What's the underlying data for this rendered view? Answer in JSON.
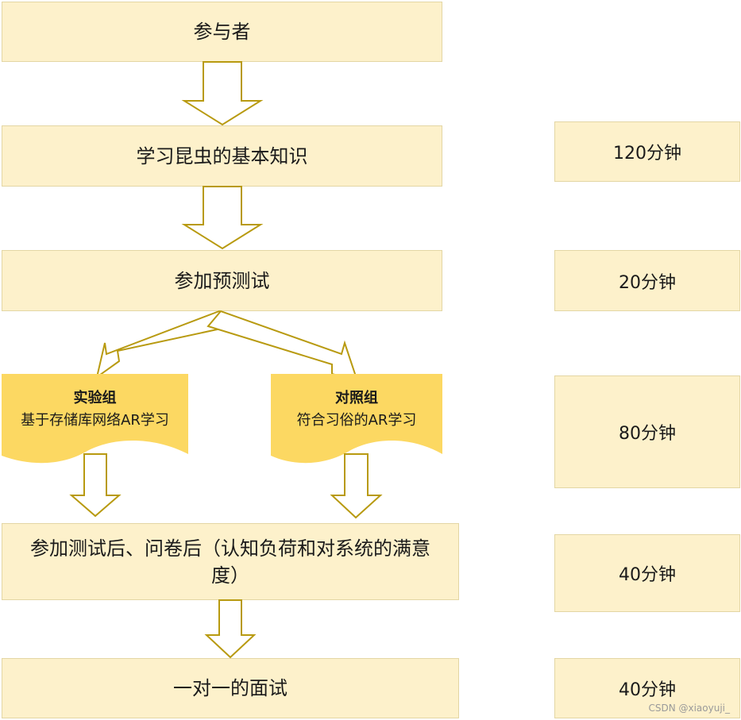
{
  "steps": {
    "participants": "参与者",
    "learn": "学习昆虫的基本知识",
    "pretest": "参加预测试",
    "posttest": "参加测试后、问卷后（认知负荷和对系统的满意度）",
    "interview": "一对一的面试"
  },
  "groups": {
    "experimental": {
      "title": "实验组",
      "desc": "基于存储库网络AR学习"
    },
    "control": {
      "title": "对照组",
      "desc": "符合习俗的AR学习"
    }
  },
  "times": [
    "120分钟",
    "20分钟",
    "80分钟",
    "40分钟",
    "40分钟"
  ],
  "watermark": "CSDN @xiaoyuji_",
  "colors": {
    "box_fill": "#fdf1cb",
    "box_border": "#e3d6a4",
    "group_fill": "#fcd862",
    "arrow_fill": "#ffffff",
    "arrow_stroke": "#b89a10"
  }
}
